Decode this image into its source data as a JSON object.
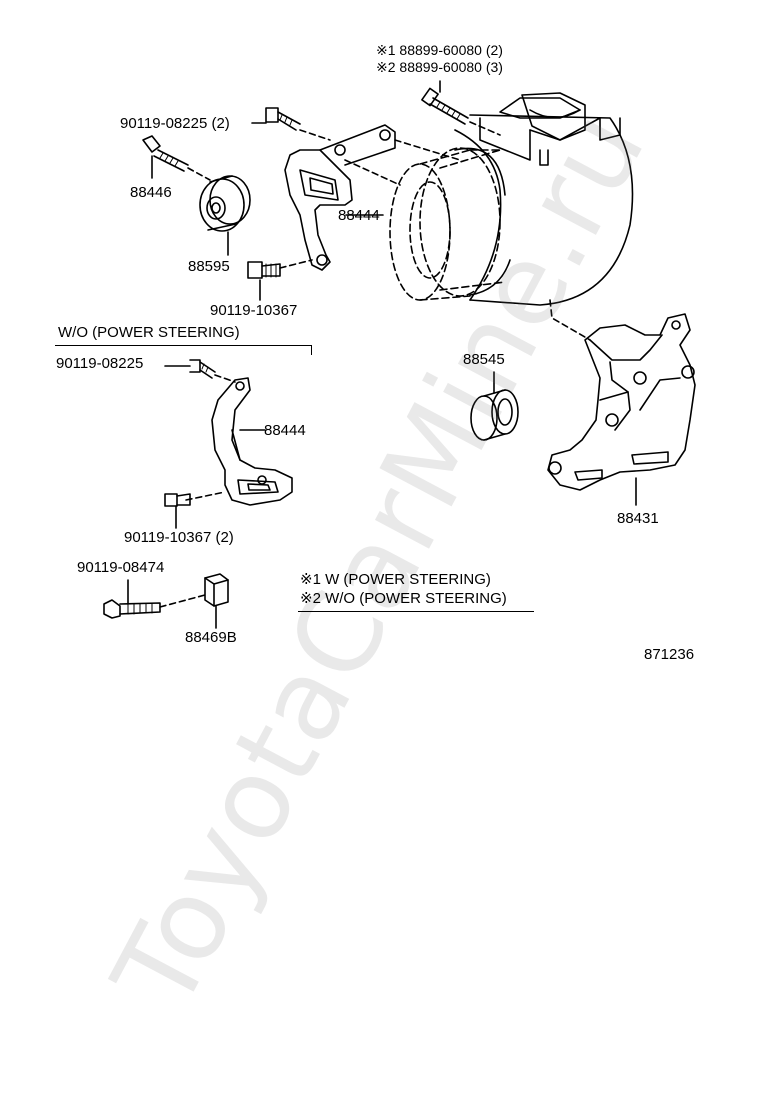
{
  "watermark": "ToyotaCarMine.ru",
  "figure_number": "871236",
  "notes": {
    "top_note_1": "※1 88899-60080 (2)",
    "top_note_2": "※2 88899-60080 (3)",
    "legend_1": "※1 W (POWER STEERING)",
    "legend_2": "※2 W/O (POWER STEERING)"
  },
  "section_heading": "W/O (POWER STEERING)",
  "labels": {
    "bolt_upper": "90119-08225 (2)",
    "bolt_88446": "88446",
    "idler_pulley": "88595",
    "bracket_upper": "88444",
    "bolt_10367_upper": "90119-10367",
    "bolt_wo": "90119-08225",
    "bracket_wo": "88444",
    "bolt_10367_lower": "90119-10367 (2)",
    "bolt_08474": "90119-08474",
    "spacer_clip": "88469B",
    "collar": "88545",
    "compressor_bracket": "88431"
  }
}
